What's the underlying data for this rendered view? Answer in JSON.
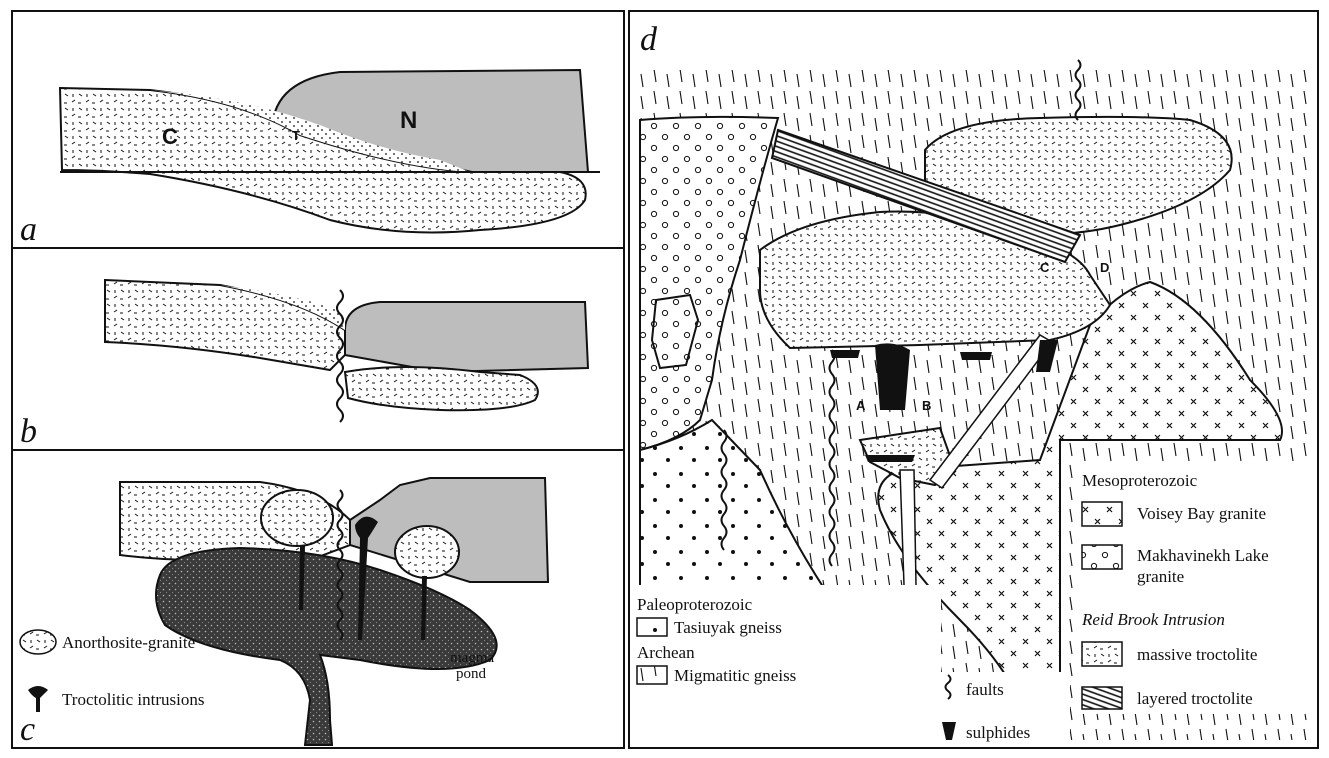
{
  "panels": {
    "a": {
      "label": "a",
      "letters": {
        "c": "C",
        "n": "N",
        "t": "T"
      }
    },
    "b": {
      "label": "b"
    },
    "c": {
      "label": "c",
      "legend": {
        "anorthosite": "Anorthosite-granite",
        "troctolitic": "Troctolitic intrusions"
      },
      "magma_pond": [
        "magma",
        "pond"
      ]
    },
    "d": {
      "label": "d",
      "map_letters": {
        "a": "A",
        "b": "B",
        "c": "C",
        "d": "D"
      },
      "legend": {
        "paleoproterozoic": "Paleoproterozoic",
        "tasiuyak": "Tasiuyak gneiss",
        "archean": "Archean",
        "migmatitic": "Migmatitic gneiss",
        "faults": "faults",
        "sulphides": "sulphides",
        "mesoproterozoic": "Mesoproterozoic",
        "voisey": "Voisey Bay granite",
        "makhavinekh": [
          "Makhavinekh Lake",
          "granite"
        ],
        "reid_brook": "Reid Brook Intrusion",
        "massive": "massive troctolite",
        "layered": "layered troctolite"
      }
    }
  },
  "colors": {
    "line": "#111111",
    "gneiss_fill": "#bdbdbd",
    "magma_fill": "#3a3a3a",
    "paper": "#ffffff"
  }
}
